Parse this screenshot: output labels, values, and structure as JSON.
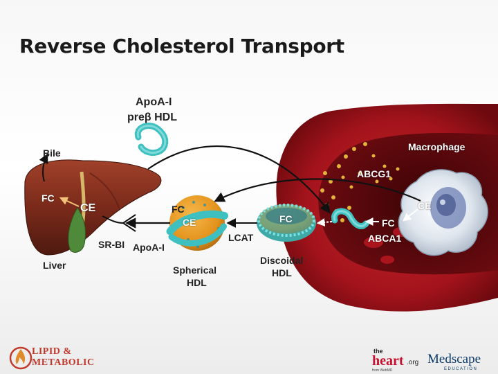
{
  "title": "Reverse Cholesterol Transport",
  "labels": {
    "apoa1_top": "ApoA-I",
    "prebeta_hdl": "preβ HDL",
    "bile": "Bile",
    "liver_fc": "FC",
    "liver_ce": "CE",
    "liver": "Liver",
    "sr_bi": "SR-BI",
    "apoa1_bottom": "ApoA-I",
    "spherical_fc": "FC",
    "spherical_ce": "CE",
    "spherical_hdl_line1": "Spherical",
    "spherical_hdl_line2": "HDL",
    "lcat": "LCAT",
    "discoidal_fc": "FC",
    "discoidal_hdl_line1": "Discoidal",
    "discoidal_hdl_line2": "HDL",
    "macrophage": "Macrophage",
    "abcg1": "ABCG1",
    "macrophage_ce": "CE",
    "macrophage_fc": "FC",
    "abca1": "ABCA1"
  },
  "logos": {
    "lipid_line1": "LIPID &",
    "lipid_line2": "METABOLIC",
    "heart_the": "the",
    "heart_word": "heart",
    "heart_org": ".org",
    "heart_from": "from WebMD",
    "medscape": "Medscape",
    "medscape_sub": "EDUCATION"
  },
  "colors": {
    "vessel_outer": "#a3131b",
    "vessel_inner": "#5a0609",
    "liver": "#7a2a1a",
    "lipoprotein_core": "#e3921c",
    "apolipoprotein": "#3fc0c0",
    "arrow": "#111111",
    "fc_arrow_in_liver": "#f2c27a"
  }
}
